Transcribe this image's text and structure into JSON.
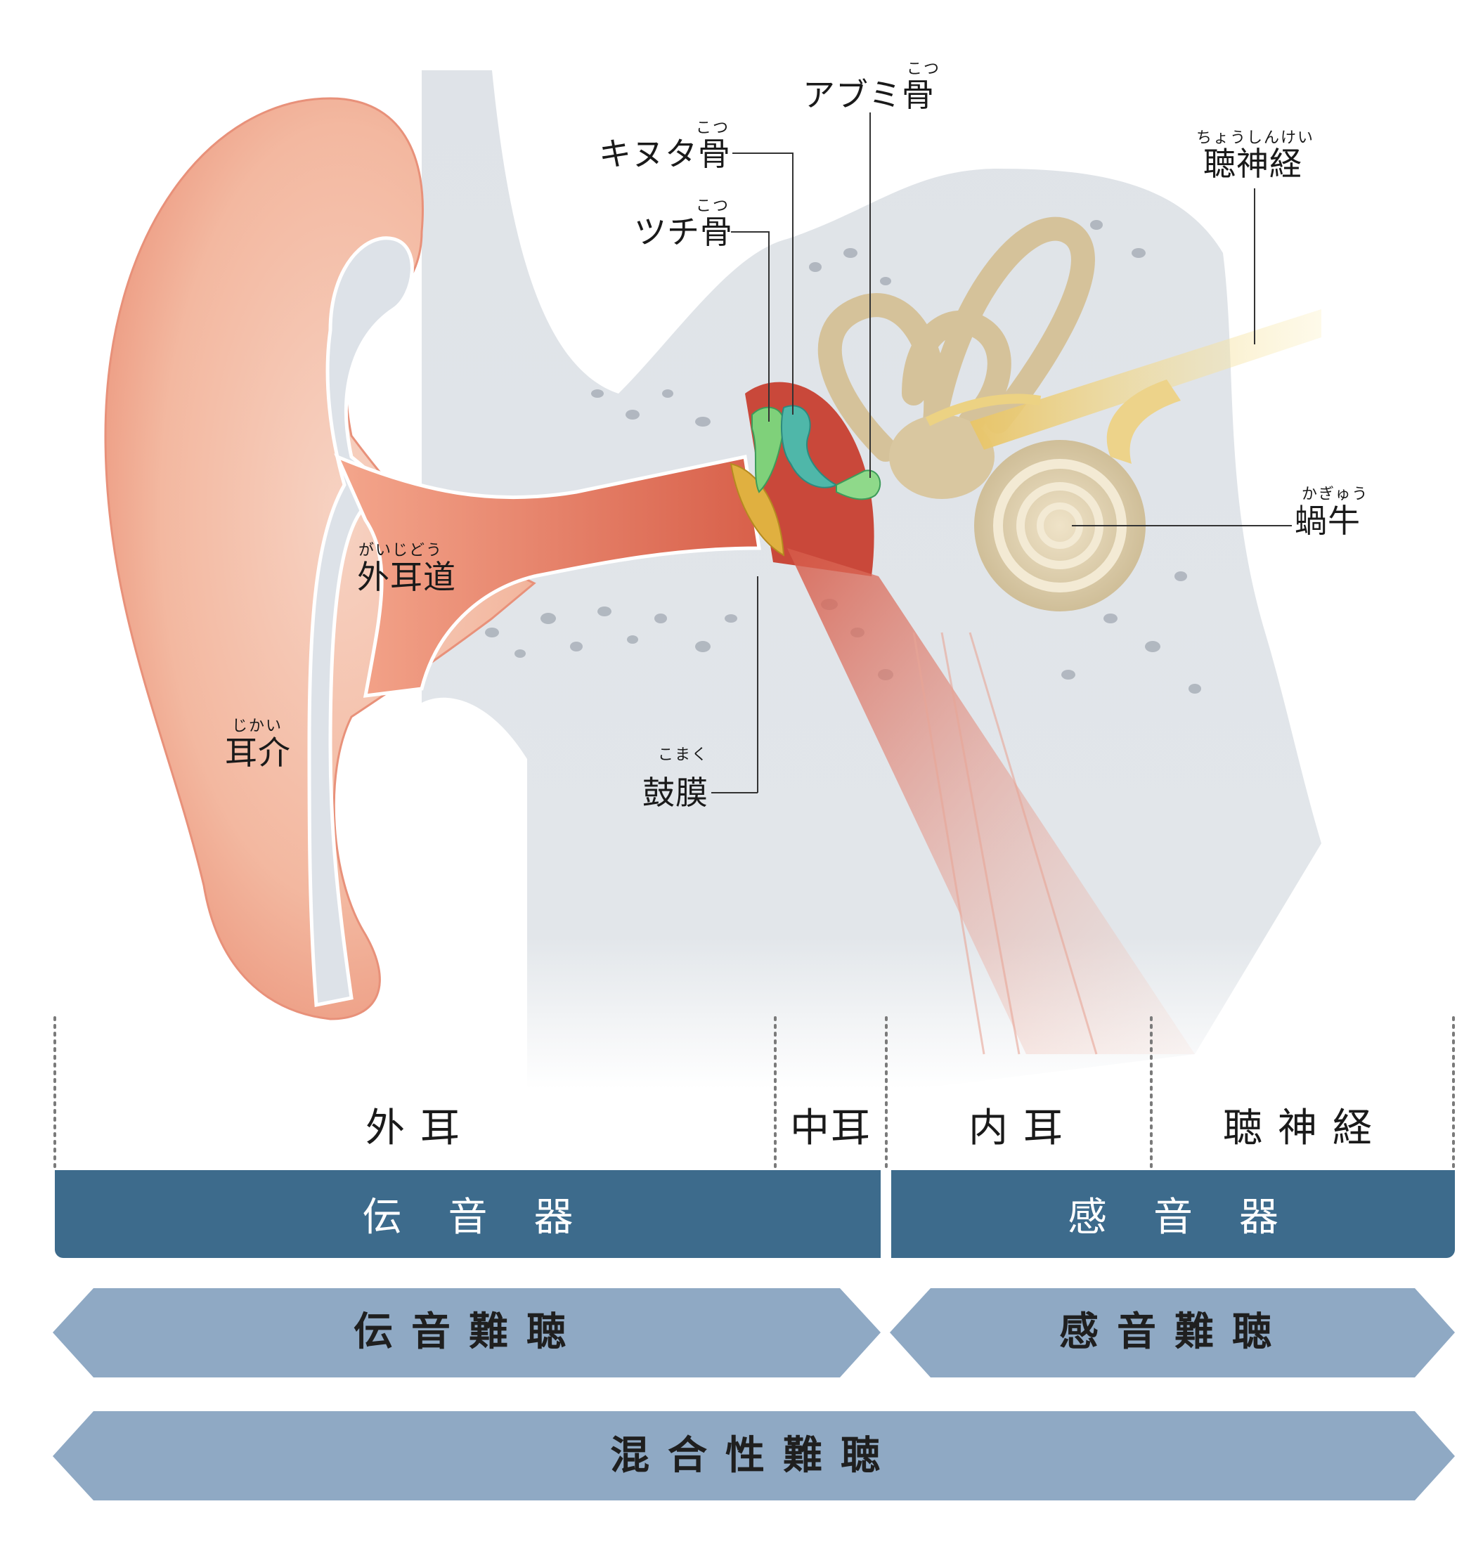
{
  "labels": {
    "stapes": {
      "text": "アブミ骨",
      "ruby": "こつ"
    },
    "incus": {
      "text": "キヌタ骨",
      "ruby": "こつ"
    },
    "malleus": {
      "text": "ツチ骨",
      "ruby": "こつ"
    },
    "auditory_nerve": {
      "text": "聴神経",
      "ruby": "ちょうしんけい"
    },
    "cochlea": {
      "text": "蝸牛",
      "ruby": "かぎゅう"
    },
    "ear_canal": {
      "text": "外耳道",
      "ruby": "がいじどう"
    },
    "auricle": {
      "text": "耳介",
      "ruby": "じかい"
    },
    "eardrum": {
      "text": "鼓膜",
      "ruby": "こまく"
    }
  },
  "regions": {
    "outer_ear": "外耳",
    "middle_ear": "中耳",
    "inner_ear": "内耳",
    "auditory_nerve": "聴神経"
  },
  "organs": {
    "conductive": "伝音器",
    "sensorineural": "感音器"
  },
  "hearing_loss": {
    "conductive": "伝音難聴",
    "sensorineural": "感音難聴",
    "mixed": "混合性難聴"
  },
  "colors": {
    "bar": "#3d6b8c",
    "arrow": "#8fa9c4",
    "skin": "#f2b49c",
    "canal": "#e3745a",
    "bone": "#d7dde4",
    "cochlea": "#dcccaa",
    "nerve": "#f0d890",
    "ossicle": "#6cc4a0"
  }
}
